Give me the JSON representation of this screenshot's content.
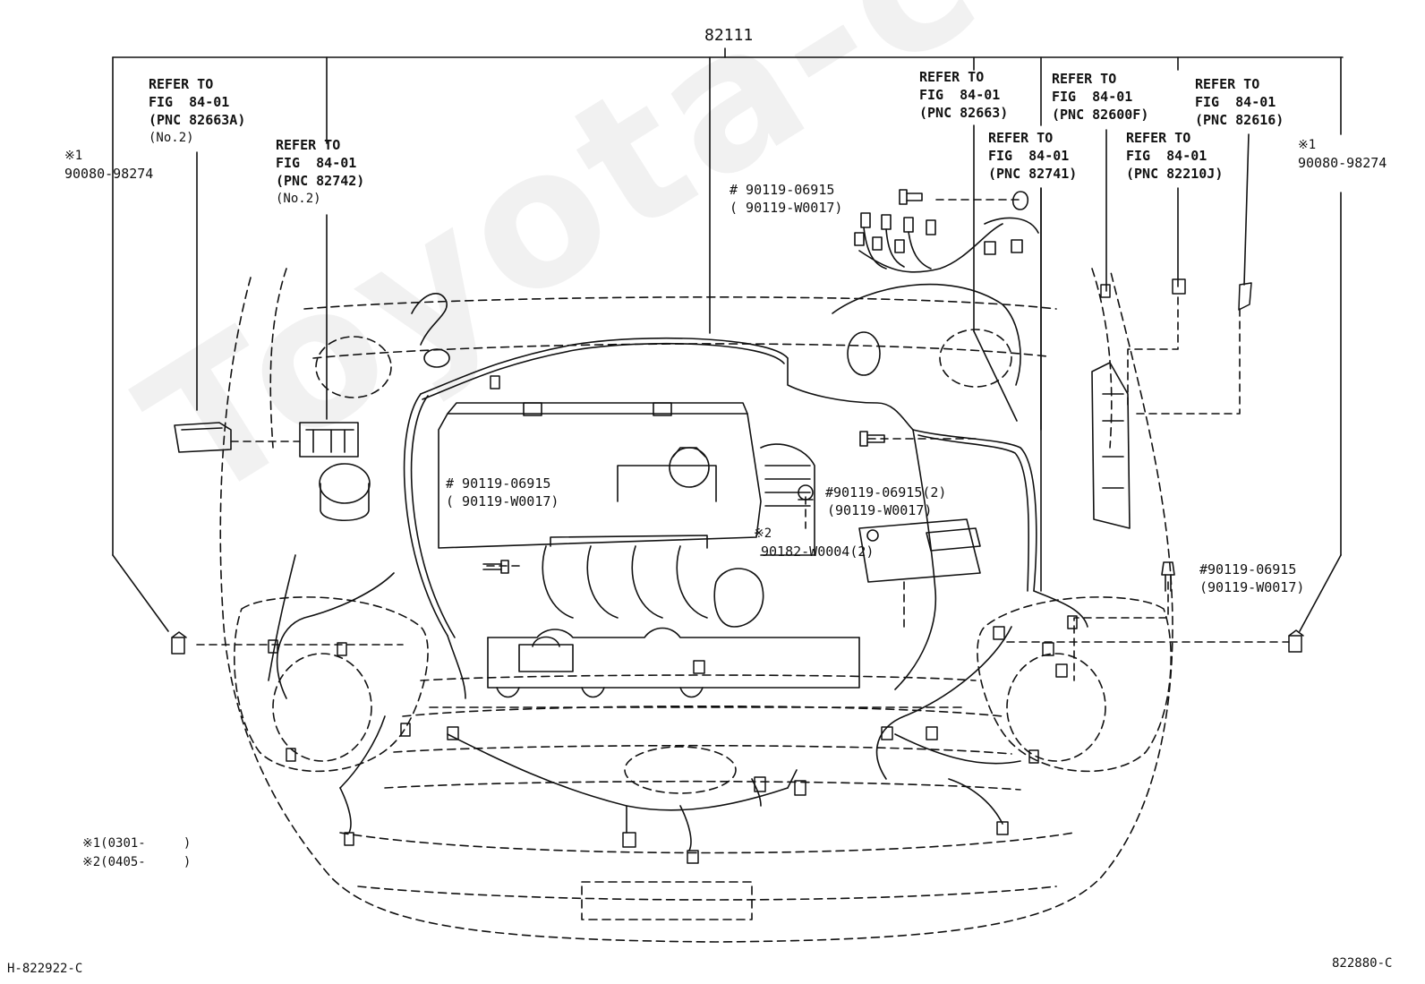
{
  "main_part": "82111",
  "watermark": "Toyota-cat.ru",
  "callouts": {
    "ref_82663A": {
      "line1": "REFER TO",
      "line2": "FIG  84-01",
      "line3": "(PNC 82663A)",
      "line4": "(No.2)"
    },
    "ref_82742": {
      "line1": "REFER TO",
      "line2": "FIG  84-01",
      "line3": "(PNC 82742)",
      "line4": "(No.2)"
    },
    "ref_82663": {
      "line1": "REFER TO",
      "line2": "FIG  84-01",
      "line3": "(PNC 82663)"
    },
    "ref_82600F": {
      "line1": "REFER TO",
      "line2": "FIG  84-01",
      "line3": "(PNC 82600F)"
    },
    "ref_82616": {
      "line1": "REFER TO",
      "line2": "FIG  84-01",
      "line3": "(PNC 82616)"
    },
    "ref_82741": {
      "line1": "REFER TO",
      "line2": "FIG  84-01",
      "line3": "(PNC 82741)"
    },
    "ref_82210J": {
      "line1": "REFER TO",
      "line2": "FIG  84-01",
      "line3": "(PNC 82210J)"
    },
    "clip_left": {
      "mark": "※1",
      "part": "90080-98274"
    },
    "clip_right": {
      "mark": "※1",
      "part": "90080-98274"
    },
    "bolt_top": {
      "line1": "# 90119-06915",
      "line2": "( 90119-W0017)"
    },
    "bolt_mid_left": {
      "line1": "# 90119-06915",
      "line2": "( 90119-W0017)"
    },
    "bolt_mid_right": {
      "line1": "#90119-06915(2)",
      "line2": "(90119-W0017)"
    },
    "nut_center": {
      "mark": "※2",
      "part": "90182-W0004(2)"
    },
    "bolt_right": {
      "line1": "#90119-06915",
      "line2": "(90119-W0017)"
    }
  },
  "footnotes": {
    "note1": "※1(0301-     )",
    "note2": "※2(0405-     )"
  },
  "codes": {
    "left": "H-822922-C",
    "right": "822880-C"
  }
}
